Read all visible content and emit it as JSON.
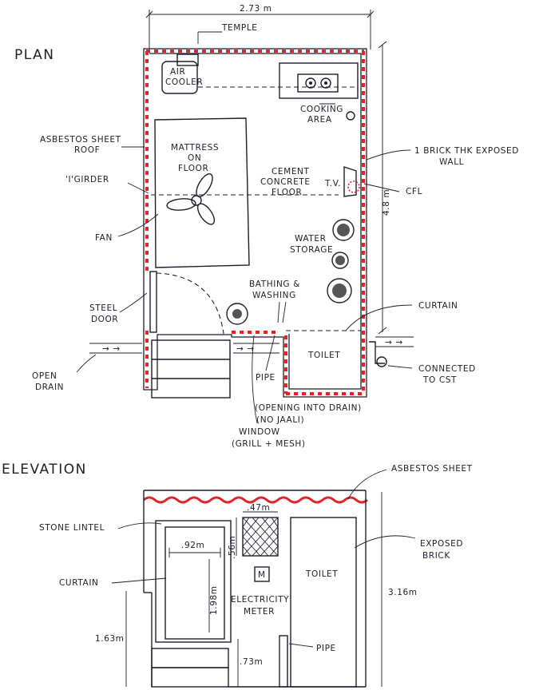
{
  "plan": {
    "heading": "PLAN",
    "dimension_width": "2.73 m",
    "dimension_depth": "4.8 m",
    "labels": {
      "temple": "TEMPLE",
      "air_cooler_1": "AIR",
      "air_cooler_2": "COOLER",
      "cooking_1": "COOKING",
      "cooking_2": "AREA",
      "asbestos_roof_1": "ASBESTOS SHEET",
      "asbestos_roof_2": "ROOF",
      "mattress_1": "MATTRESS",
      "mattress_2": "ON",
      "mattress_3": "FLOOR",
      "cement_1": "CEMENT",
      "cement_2": "CONCRETE",
      "cement_3": "FLOOR",
      "brick_wall_1": "1 BRICK THK EXPOSED",
      "brick_wall_2": "WALL",
      "igirder": "'I'GIRDER",
      "tv": "T.V.",
      "cfl": "CFL",
      "fan": "FAN",
      "water_1": "WATER",
      "water_2": "STORAGE",
      "bathing_1": "BATHING &",
      "bathing_2": "WASHING",
      "steel_door_1": "STEEL",
      "steel_door_2": "DOOR",
      "curtain": "CURTAIN",
      "toilet": "TOILET",
      "open_drain_1": "OPEN",
      "open_drain_2": "DRAIN",
      "connected_1": "CONNECTED",
      "connected_2": "TO CST",
      "pipe": "PIPE",
      "opening_1": "(OPENING INTO DRAIN)",
      "opening_2": "(NO JAALI)",
      "window_1": "WINDOW",
      "window_2": "(GRILL + MESH)"
    }
  },
  "elevation": {
    "heading": "ELEVATION",
    "labels": {
      "asbestos_sheet": "ASBESTOS SHEET",
      "stone_lintel": "STONE LINTEL",
      "dim_47": ".47m",
      "dim_92": ".92m",
      "dim_56": ".56m",
      "dim_198": "1.98m",
      "meter_symbol": "M",
      "electricity_1": "ELECTRICITY",
      "electricity_2": "METER",
      "toilet": "TOILET",
      "exposed_1": "EXPOSED",
      "exposed_2": "BRICK",
      "dim_316": "3.16m",
      "curtain": "CURTAIN",
      "dim_163": "1.63m",
      "dim_73": ".73m",
      "pipe": "PIPE"
    }
  },
  "colors": {
    "ink": "#1b1f2a",
    "wall_hatch": "#e0242a"
  }
}
